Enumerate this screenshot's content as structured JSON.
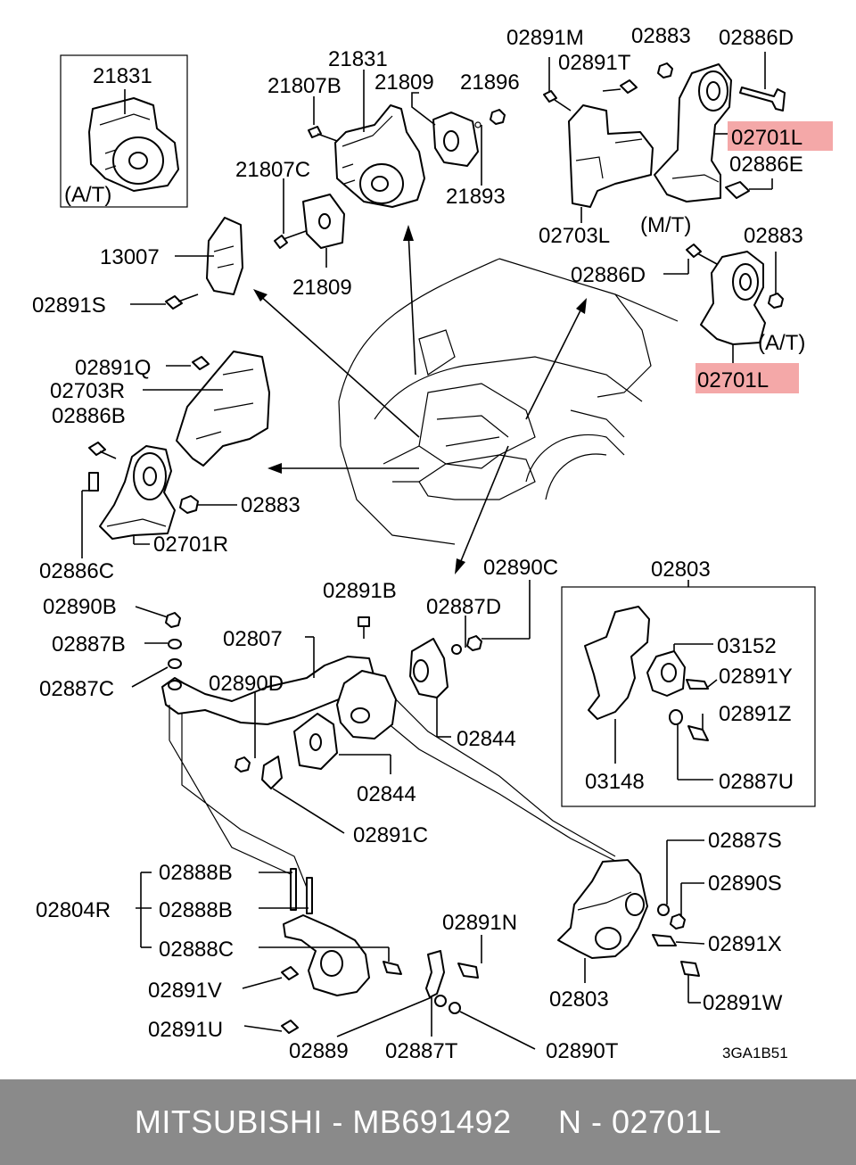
{
  "footer": {
    "text": "MITSUBISHI - MB691492     N - 02701L"
  },
  "diagram_code": "3GA1B51",
  "highlight_color": "#f4a8a8",
  "labels": {
    "p21831_box": "21831",
    "at_box": "(A/T)",
    "p21831_top": "21831",
    "p21807B": "21807B",
    "p21809_top": "21809",
    "p21896": "21896",
    "p21807C": "21807C",
    "p21893": "21893",
    "p21809_bot": "21809",
    "p13007": "13007",
    "p02891S": "02891S",
    "p02891M": "02891M",
    "p02891T": "02891T",
    "p02883_a": "02883",
    "p02886D_a": "02886D",
    "p02701L_a": "02701L",
    "p02886E": "02886E",
    "p02703L": "02703L",
    "mt": "(M/T)",
    "p02883_b": "02883",
    "p02886D_b": "02886D",
    "at2": "(A/T)",
    "p02701L_b": "02701L",
    "p02891Q": "02891Q",
    "p02703R": "02703R",
    "p02886B": "02886B",
    "p02883_c": "02883",
    "p02701R": "02701R",
    "p02886C": "02886C",
    "p02890B": "02890B",
    "p02891B": "02891B",
    "p02890C": "02890C",
    "p02803_box": "02803",
    "p02887D": "02887D",
    "p02807": "02807",
    "p02887B": "02887B",
    "p02887C": "02887C",
    "p02890D": "02890D",
    "p03152": "03152",
    "p02891Y": "02891Y",
    "p02891Z": "02891Z",
    "p02844_a": "02844",
    "p03148": "03148",
    "p02887U": "02887U",
    "p02844_b": "02844",
    "p02891C": "02891C",
    "p02887S": "02887S",
    "p02888B_a": "02888B",
    "p02890S": "02890S",
    "p02804R": "02804R",
    "p02888B_b": "02888B",
    "p02891N": "02891N",
    "p02888C": "02888C",
    "p02891X": "02891X",
    "p02891V": "02891V",
    "p02803_bot": "02803",
    "p02891W": "02891W",
    "p02891U": "02891U",
    "p02889": "02889",
    "p02887T": "02887T",
    "p02890T": "02890T"
  }
}
